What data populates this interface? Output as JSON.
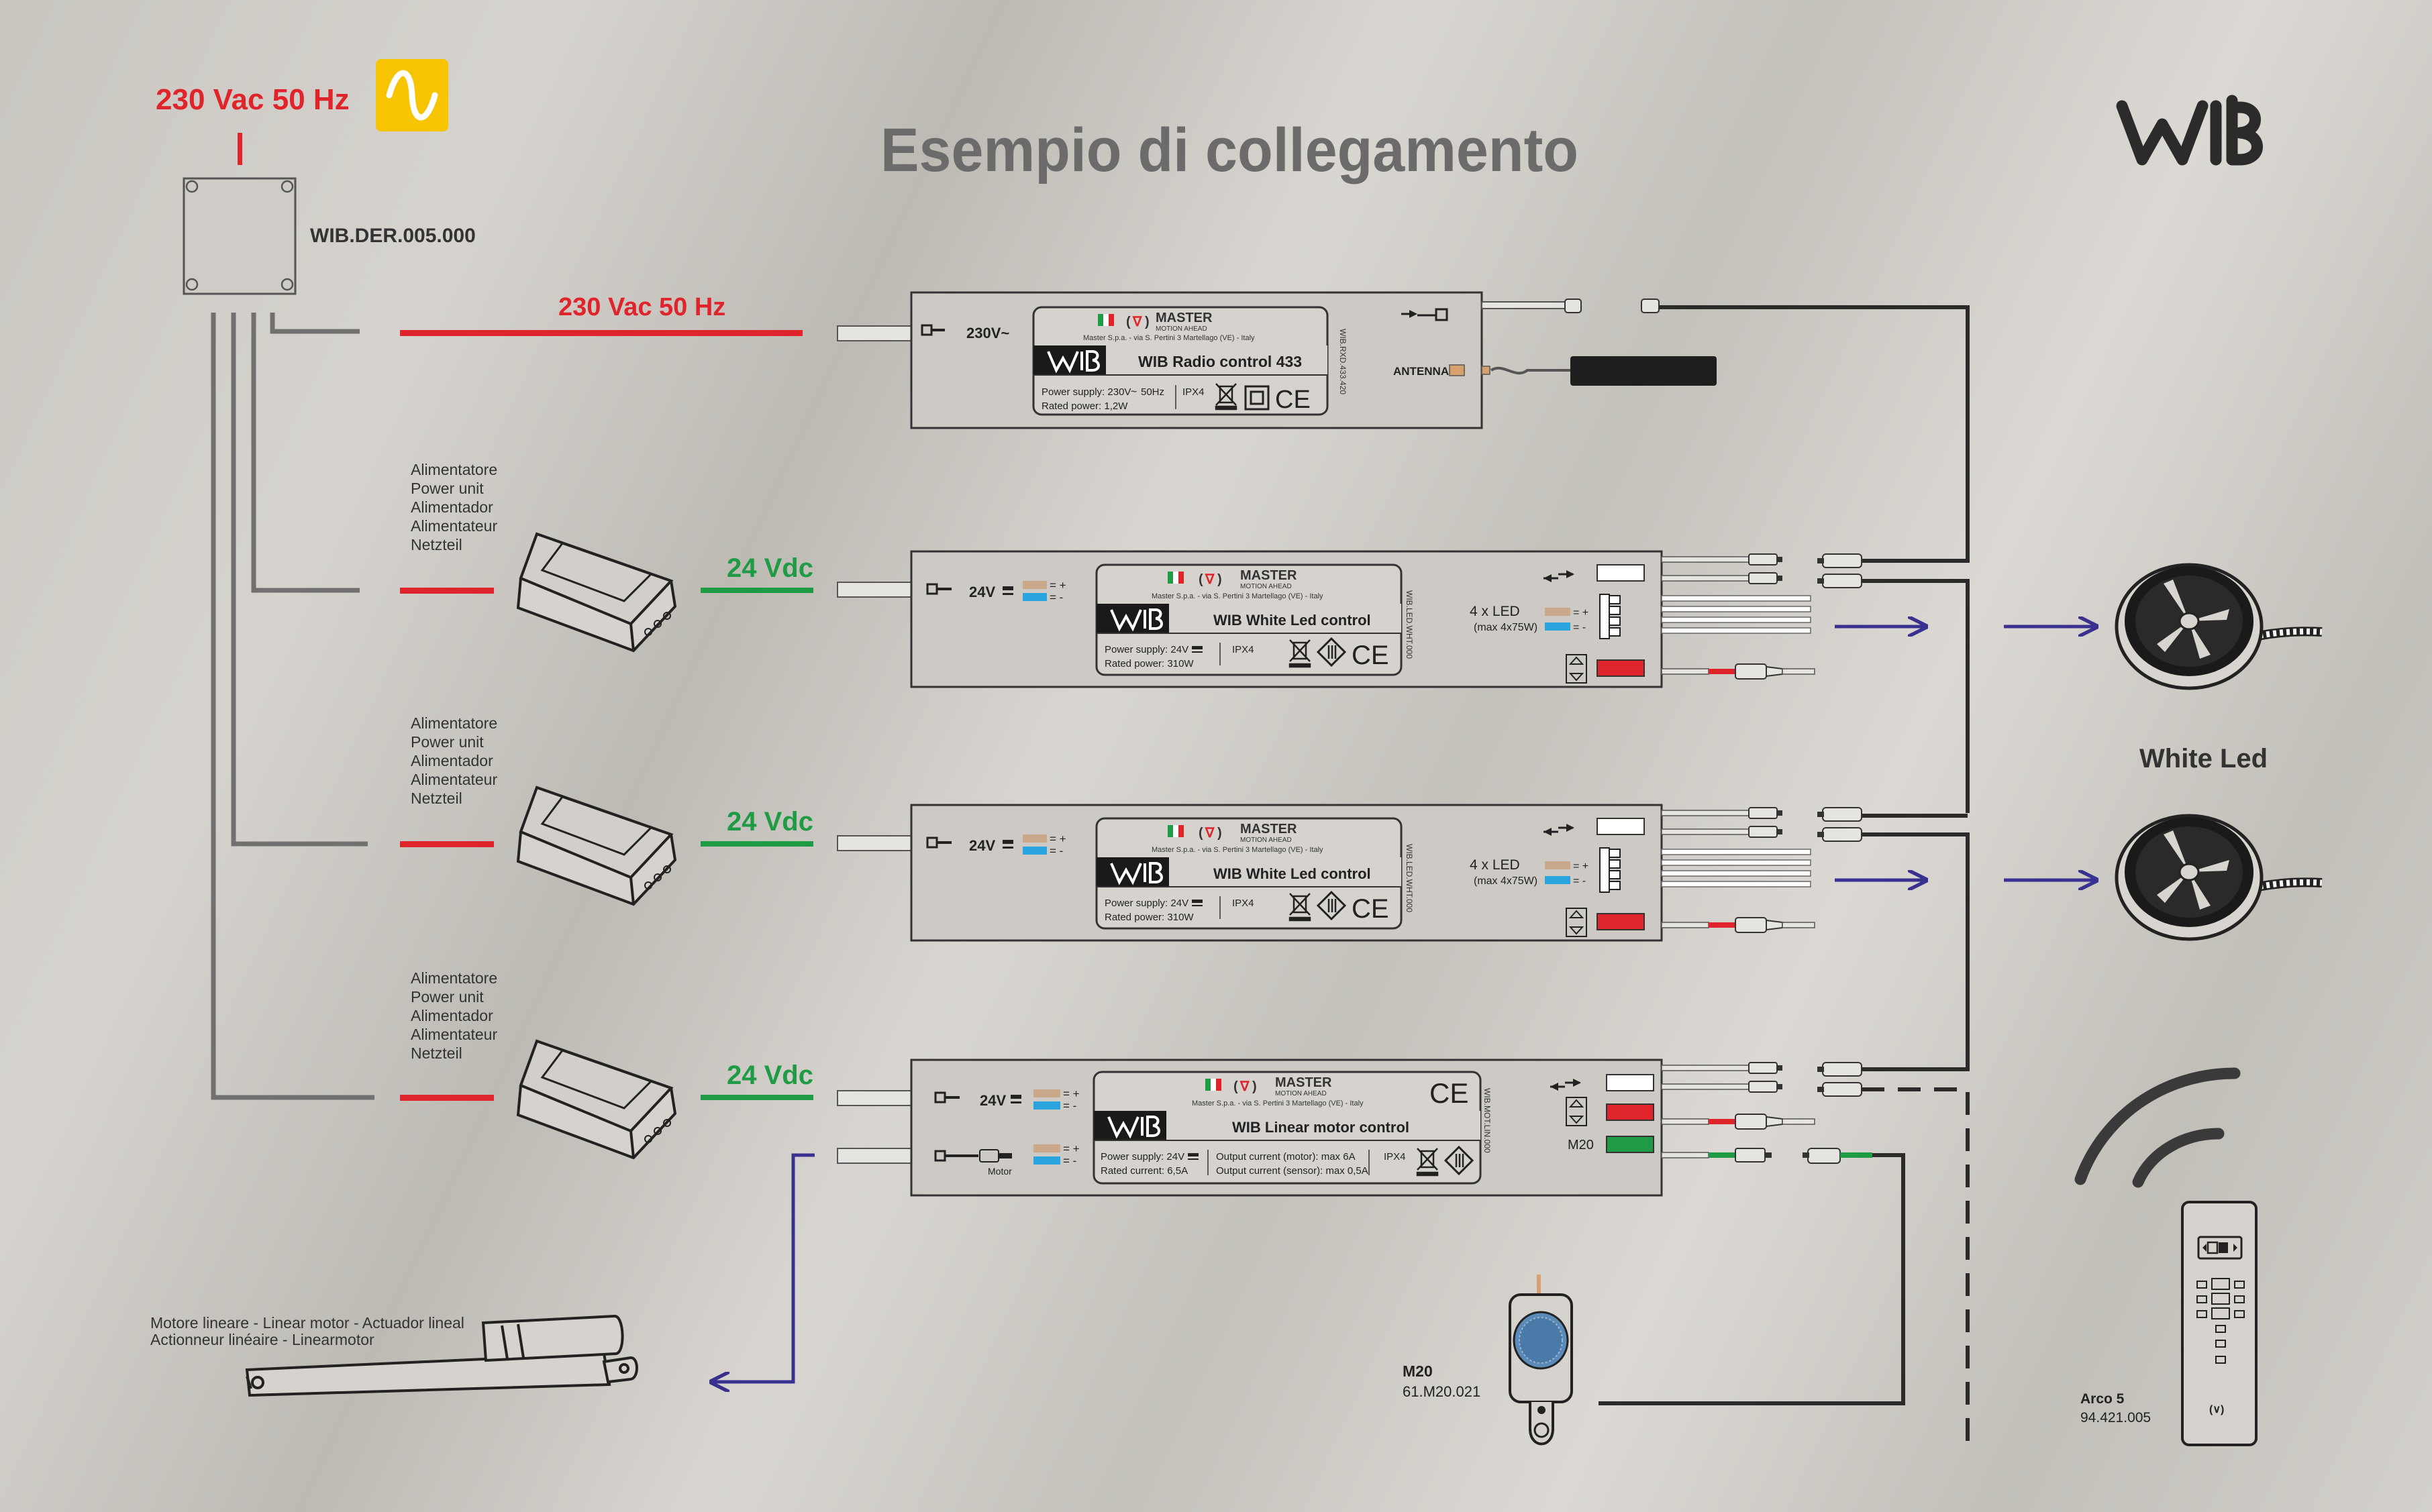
{
  "title": "Esempio di collegamento",
  "brand_logo": "WIB",
  "mains": {
    "label": "230 Vac 50 Hz",
    "icon": "sine-wave-icon",
    "accent": "#e0242b",
    "icon_bg": "#f6c400"
  },
  "derivation_box": {
    "code": "WIB.DER.005.000"
  },
  "mains_line_label": "230 Vac 50 Hz",
  "power_unit": {
    "lines": [
      "Alimentatore",
      "Power unit",
      "Alimentador",
      "Alimentateur",
      "Netzteil"
    ]
  },
  "dc_label": "24 Vdc",
  "colors": {
    "ac_red": "#e0242b",
    "dc_green": "#1f9a45",
    "cable": "#2b2b2b",
    "arrow_blue": "#3a3090",
    "led_blue": "#29a4dd",
    "led_tan": "#c9a98a"
  },
  "radio": {
    "name": "WIB Radio control 433",
    "input": "230V~",
    "maker": "MASTER",
    "tagline": "MOTION AHEAD",
    "address": "Master S.p.a. - via S. Pertini 3 Martellago (VE) - Italy",
    "supply": "Power supply: 230V",
    "supply_freq": "50Hz",
    "rated": "Rated power: 1,2W",
    "ipx": "IPX4",
    "ce": "CE",
    "code": "WIB.RXD.433.420",
    "antenna": "ANTENNA"
  },
  "led": {
    "name": "WIB White Led control",
    "input": "24V",
    "supply": "Power supply:  24V",
    "rated": "Rated power:  310W",
    "ipx": "IPX4",
    "ce": "CE",
    "code": "WIB.LED.WHT.000",
    "out_label": "4 x LED",
    "out_max": "(max 4x75W)",
    "plus": "+",
    "minus": "-"
  },
  "motor": {
    "name": "WIB Linear motor control",
    "input": "24V",
    "motor_label": "Motor",
    "supply": "Power supply:  24V",
    "rated": "Rated current:  6,5A",
    "output_motor": "Output current (motor):  max 6A",
    "output_sensor": "Output current (sensor):  max 0,5A",
    "ipx": "IPX4",
    "ce": "CE",
    "code": "WIB.MOT.LIN.000",
    "sensor_port": "M20"
  },
  "white_led_label": "White Led",
  "linear_motor_label": [
    "Motore lineare - Linear motor - Actuador lineal",
    "Actionneur linéaire - Linearmotor"
  ],
  "sensor": {
    "name": "M20",
    "code": "61.M20.021"
  },
  "remote": {
    "name": "Arco 5",
    "code": "94.421.005",
    "badge": "(∨)"
  }
}
